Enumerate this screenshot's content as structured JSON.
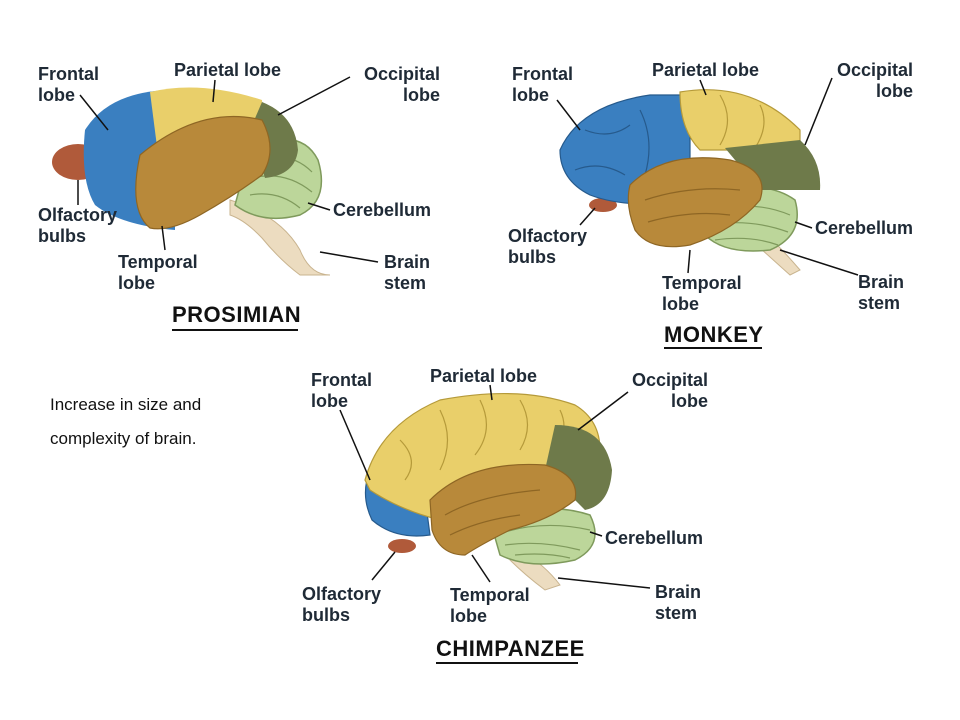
{
  "caption": {
    "line1": "Increase in size and",
    "line2": "complexity of brain."
  },
  "colors": {
    "frontal": "#3a7fc0",
    "parietal": "#e9cf6a",
    "occipital": "#6e7a4a",
    "temporal": "#b8893a",
    "cerebellum": "#bcd69a",
    "olfactory": "#b05a3a",
    "stem": "#ecdcc0"
  },
  "brains": [
    {
      "title": "PROSIMIAN",
      "labels": {
        "frontal": "Frontal\nlobe",
        "parietal": "Parietal lobe",
        "occipital": "Occipital\nlobe",
        "olfactory": "Olfactory\nbulbs",
        "cerebellum": "Cerebellum",
        "temporal": "Temporal\nlobe",
        "stem": "Brain\nstem"
      }
    },
    {
      "title": "MONKEY",
      "labels": {
        "frontal": "Frontal\nlobe",
        "parietal": "Parietal lobe",
        "occipital": "Occipital\nlobe",
        "olfactory": "Olfactory\nbulbs",
        "cerebellum": "Cerebellum",
        "temporal": "Temporal\nlobe",
        "stem": "Brain\nstem"
      }
    },
    {
      "title": "CHIMPANZEE",
      "labels": {
        "frontal": "Frontal\nlobe",
        "parietal": "Parietal lobe",
        "occipital": "Occipital\nlobe",
        "olfactory": "Olfactory\nbulbs",
        "cerebellum": "Cerebellum",
        "temporal": "Temporal\nlobe",
        "stem": "Brain\nstem"
      }
    }
  ]
}
